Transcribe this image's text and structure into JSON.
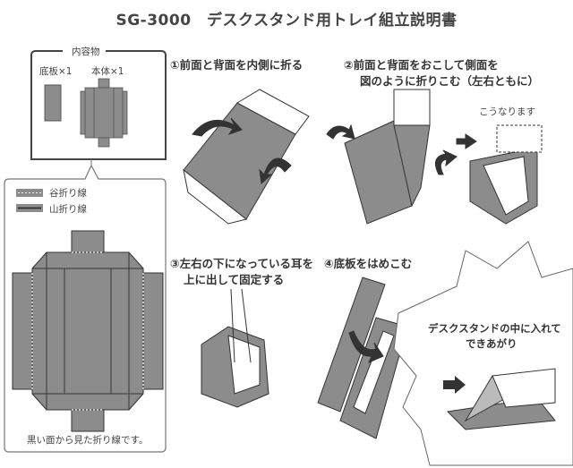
{
  "title": "SG-3000　デスクスタンド用トレイ組立説明書",
  "contents": {
    "label": "内容物",
    "bottom_board": "底板×1",
    "body": "本体×1"
  },
  "legend": {
    "valley_fold": "谷折り線",
    "mountain_fold": "山折り線",
    "note": "黒い面から見た折り線です。"
  },
  "steps": [
    {
      "line1": "①前面と背面を内側に折る"
    },
    {
      "line1": "②前面と背面をおこして側面を",
      "line2": "図のように折りこむ（左右ともに）",
      "result": "こうなります"
    },
    {
      "line1": "③左右の下になっている耳を",
      "line2": "上に出して固定する"
    },
    {
      "line1": "④底板をはめこむ"
    }
  ],
  "finish": {
    "line1": "デスクスタンドの中に入れて",
    "line2": "できあがり"
  },
  "colors": {
    "panel": "#8c8c8c",
    "outline": "#333333",
    "arrow": "#3a3a3a"
  }
}
